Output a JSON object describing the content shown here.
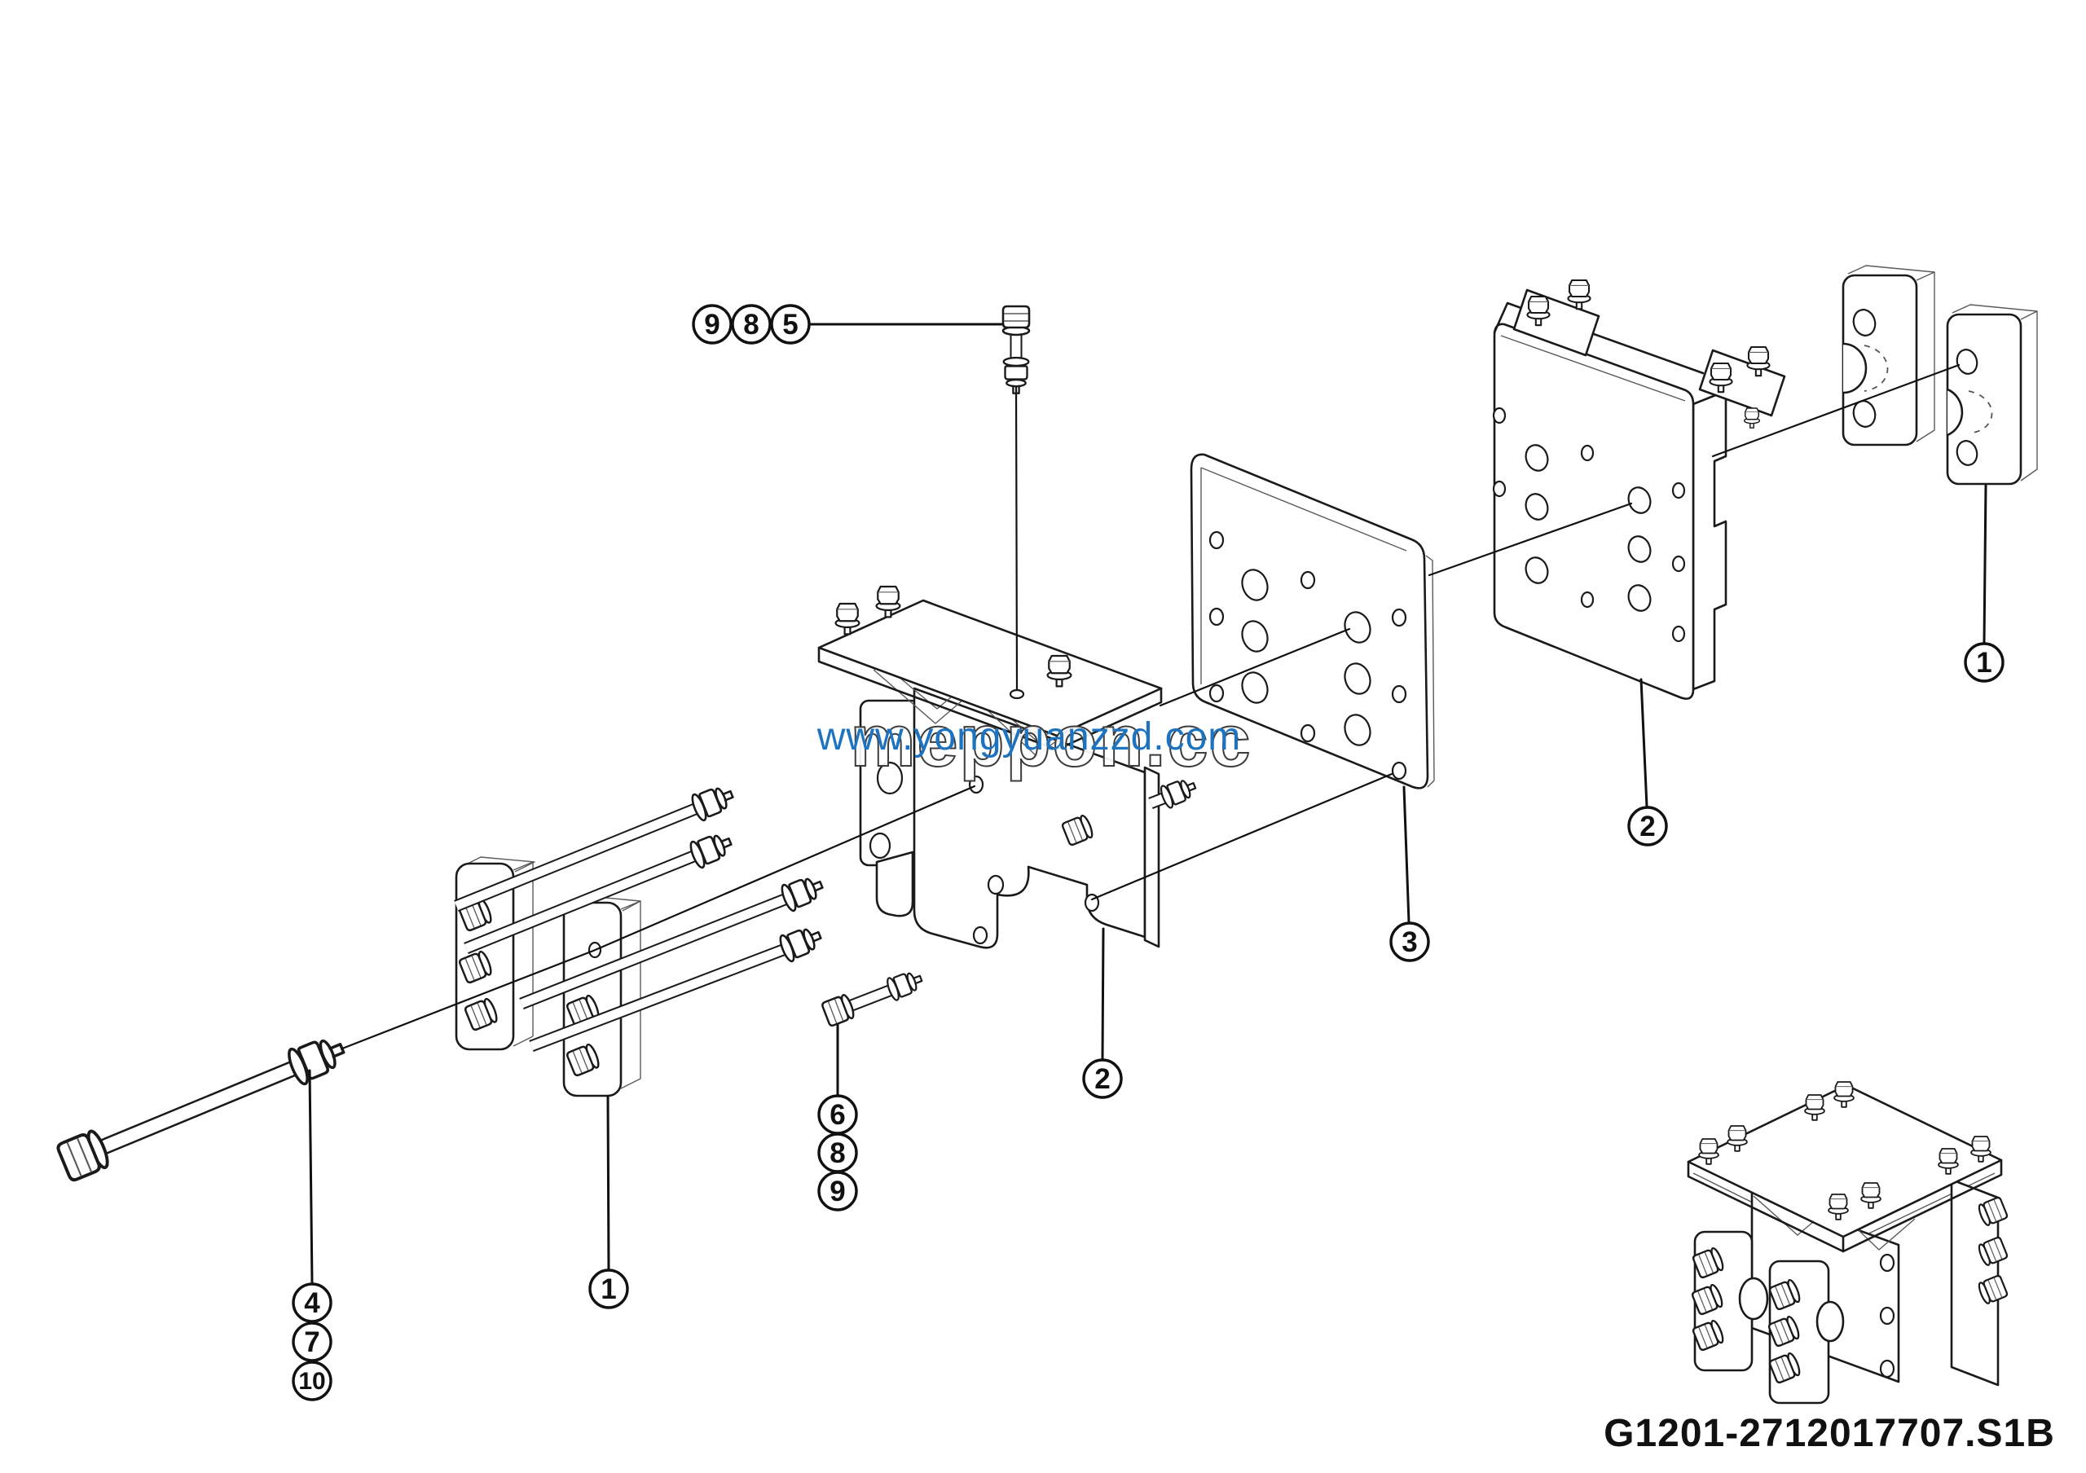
{
  "figure": {
    "part_number": "G1201-2712017707.S1B",
    "watermarks": {
      "url": "www.yongyuanzzd.com",
      "brand": "meppon.cc"
    },
    "colors": {
      "line": "#1a1a1a",
      "watermark_url": "#1E73C0",
      "watermark_brand_stroke": "#3c3c3c",
      "background": "#ffffff"
    }
  },
  "callouts": [
    {
      "label": "9"
    },
    {
      "label": "8"
    },
    {
      "label": "5"
    },
    {
      "label": "4"
    },
    {
      "label": "7"
    },
    {
      "label": "10"
    },
    {
      "label": "1"
    },
    {
      "label": "6"
    },
    {
      "label": "8"
    },
    {
      "label": "9"
    },
    {
      "label": "2"
    },
    {
      "label": "3"
    },
    {
      "label": "2"
    },
    {
      "label": "1"
    }
  ]
}
